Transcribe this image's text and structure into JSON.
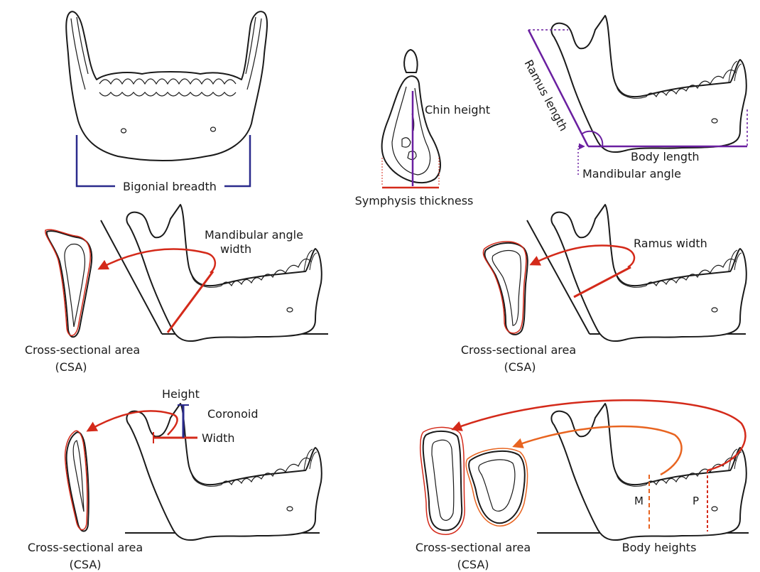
{
  "labels": {
    "bigonial_breadth": "Bigonial breadth",
    "chin_height": "Chin height",
    "symphysis_thickness": "Symphysis thickness",
    "ramus_length": "Ramus length",
    "body_length": "Body length",
    "mandibular_angle": "Mandibular angle",
    "mandibular_angle_width_1": "Mandibular angle",
    "mandibular_angle_width_2": "width",
    "ramus_width": "Ramus width",
    "height": "Height",
    "coronoid": "Coronoid",
    "width": "Width",
    "body_heights": "Body heights",
    "m_marker": "M",
    "p_marker": "P",
    "csa_line1": "Cross-sectional area",
    "csa_line2": "(CSA)"
  },
  "colors": {
    "outline": "#1a1a1a",
    "measure_blue": "#2a2a8c",
    "measure_purple": "#6a1fa0",
    "measure_red": "#d42a1a",
    "measure_orange": "#e86420"
  }
}
